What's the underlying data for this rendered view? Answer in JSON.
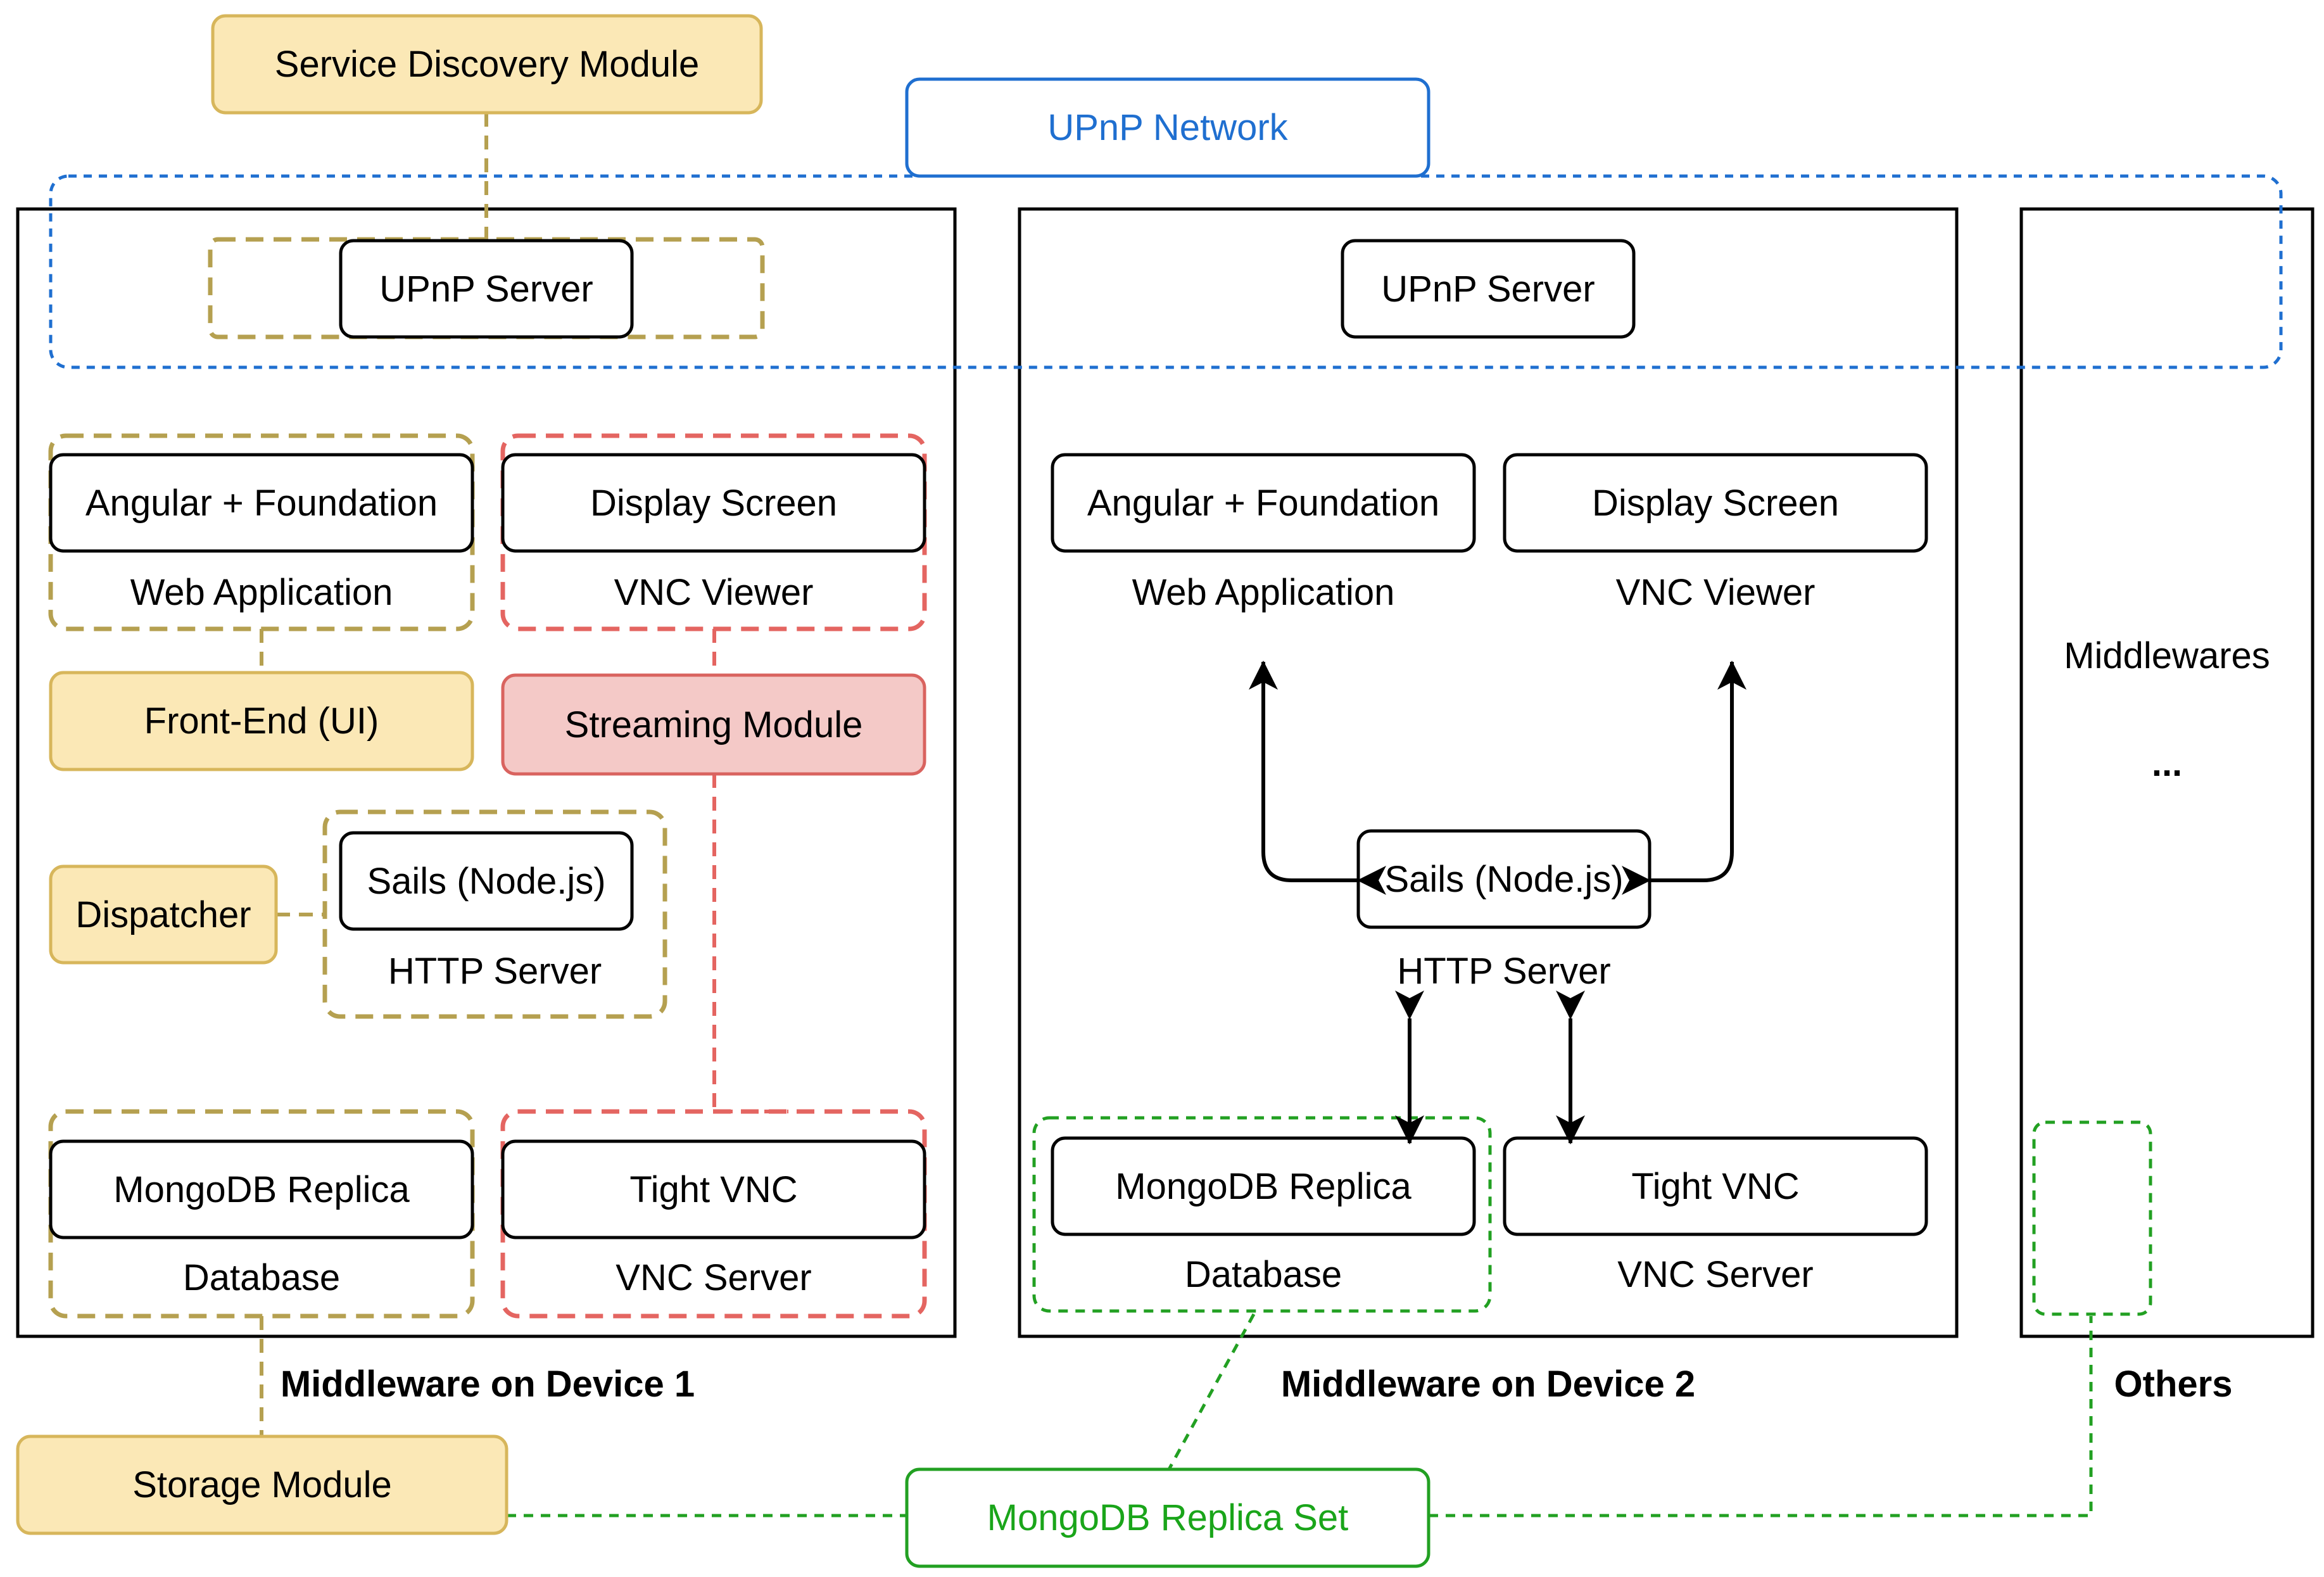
{
  "colors": {
    "yellow_fill": "#fbe8b6",
    "yellow_stroke": "#d7b65b",
    "yellow_dash": "#b5a050",
    "red_fill": "#f4c9c7",
    "red_stroke": "#d9635f",
    "red_dash": "#e46561",
    "blue": "#1f6fd0",
    "green": "#22a022"
  },
  "modules": {
    "service_discovery": "Service Discovery Module",
    "upnp_network": "UPnP Network",
    "front_end": "Front-End (UI)",
    "streaming": "Streaming Module",
    "dispatcher": "Dispatcher",
    "storage": "Storage Module",
    "mongodb_replica_set": "MongoDB Replica Set"
  },
  "device1": {
    "caption": "Middleware on Device 1",
    "upnp_server": "UPnP Server",
    "angular": "Angular + Foundation",
    "web_app": "Web Application",
    "display_screen": "Display Screen",
    "vnc_viewer": "VNC Viewer",
    "sails": "Sails (Node.js)",
    "http_server": "HTTP Server",
    "mongodb_replica": "MongoDB Replica",
    "database": "Database",
    "tight_vnc": "Tight VNC",
    "vnc_server": "VNC Server"
  },
  "device2": {
    "caption": "Middleware on Device 2",
    "upnp_server": "UPnP Server",
    "angular": "Angular + Foundation",
    "web_app": "Web Application",
    "display_screen": "Display Screen",
    "vnc_viewer": "VNC Viewer",
    "sails": "Sails (Node.js)",
    "http_server": "HTTP Server",
    "mongodb_replica": "MongoDB Replica",
    "database": "Database",
    "tight_vnc": "Tight VNC",
    "vnc_server": "VNC Server"
  },
  "others": {
    "caption": "Others",
    "middlewares": "Middlewares",
    "ellipsis": "..."
  }
}
